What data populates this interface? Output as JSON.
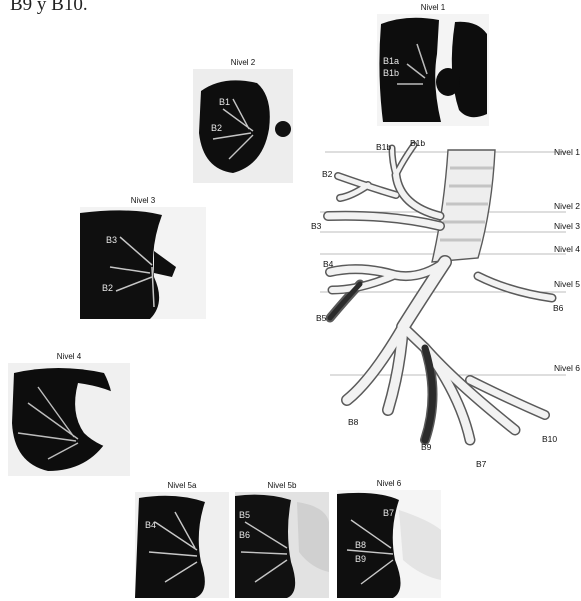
{
  "intro_text": "B9 y B10.",
  "panels": {
    "nivel1": {
      "caption": "Nivel 1",
      "labels": [
        "B1a",
        "B1b"
      ]
    },
    "nivel2": {
      "caption": "Nivel 2",
      "labels": [
        "B1",
        "B2"
      ]
    },
    "nivel3": {
      "caption": "Nivel 3",
      "labels": [
        "B3",
        "B2"
      ]
    },
    "nivel4": {
      "caption": "Nivel 4",
      "labels": []
    },
    "nivel5a": {
      "caption": "Nivel 5a",
      "labels": [
        "B4"
      ]
    },
    "nivel5b": {
      "caption": "Nivel 5b",
      "labels": [
        "B5",
        "B6"
      ]
    },
    "nivel6": {
      "caption": "Nivel 6",
      "labels": [
        "B7",
        "B8",
        "B9"
      ]
    }
  },
  "diagram": {
    "levels": [
      "Nivel 1",
      "Nivel 2",
      "Nivel 3",
      "Nivel 4",
      "Nivel 5",
      "Nivel 6"
    ],
    "segments": {
      "b1b_left": "B1b",
      "b1b_right": "B1b",
      "b2": "B2",
      "b3": "B3",
      "b4": "B4",
      "b5": "B5",
      "b6": "B6",
      "b7": "B7",
      "b8": "B8",
      "b9": "B9",
      "b10": "B10"
    }
  }
}
